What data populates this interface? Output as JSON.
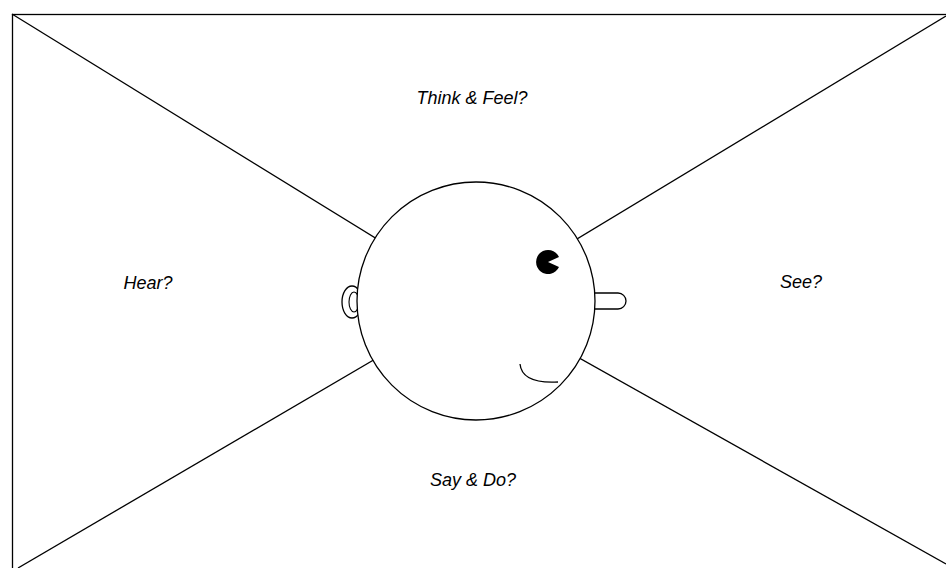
{
  "diagram": {
    "labels": [
      "Think & Feel?",
      "Hear?",
      "See?",
      "Say & Do?"
    ]
  }
}
